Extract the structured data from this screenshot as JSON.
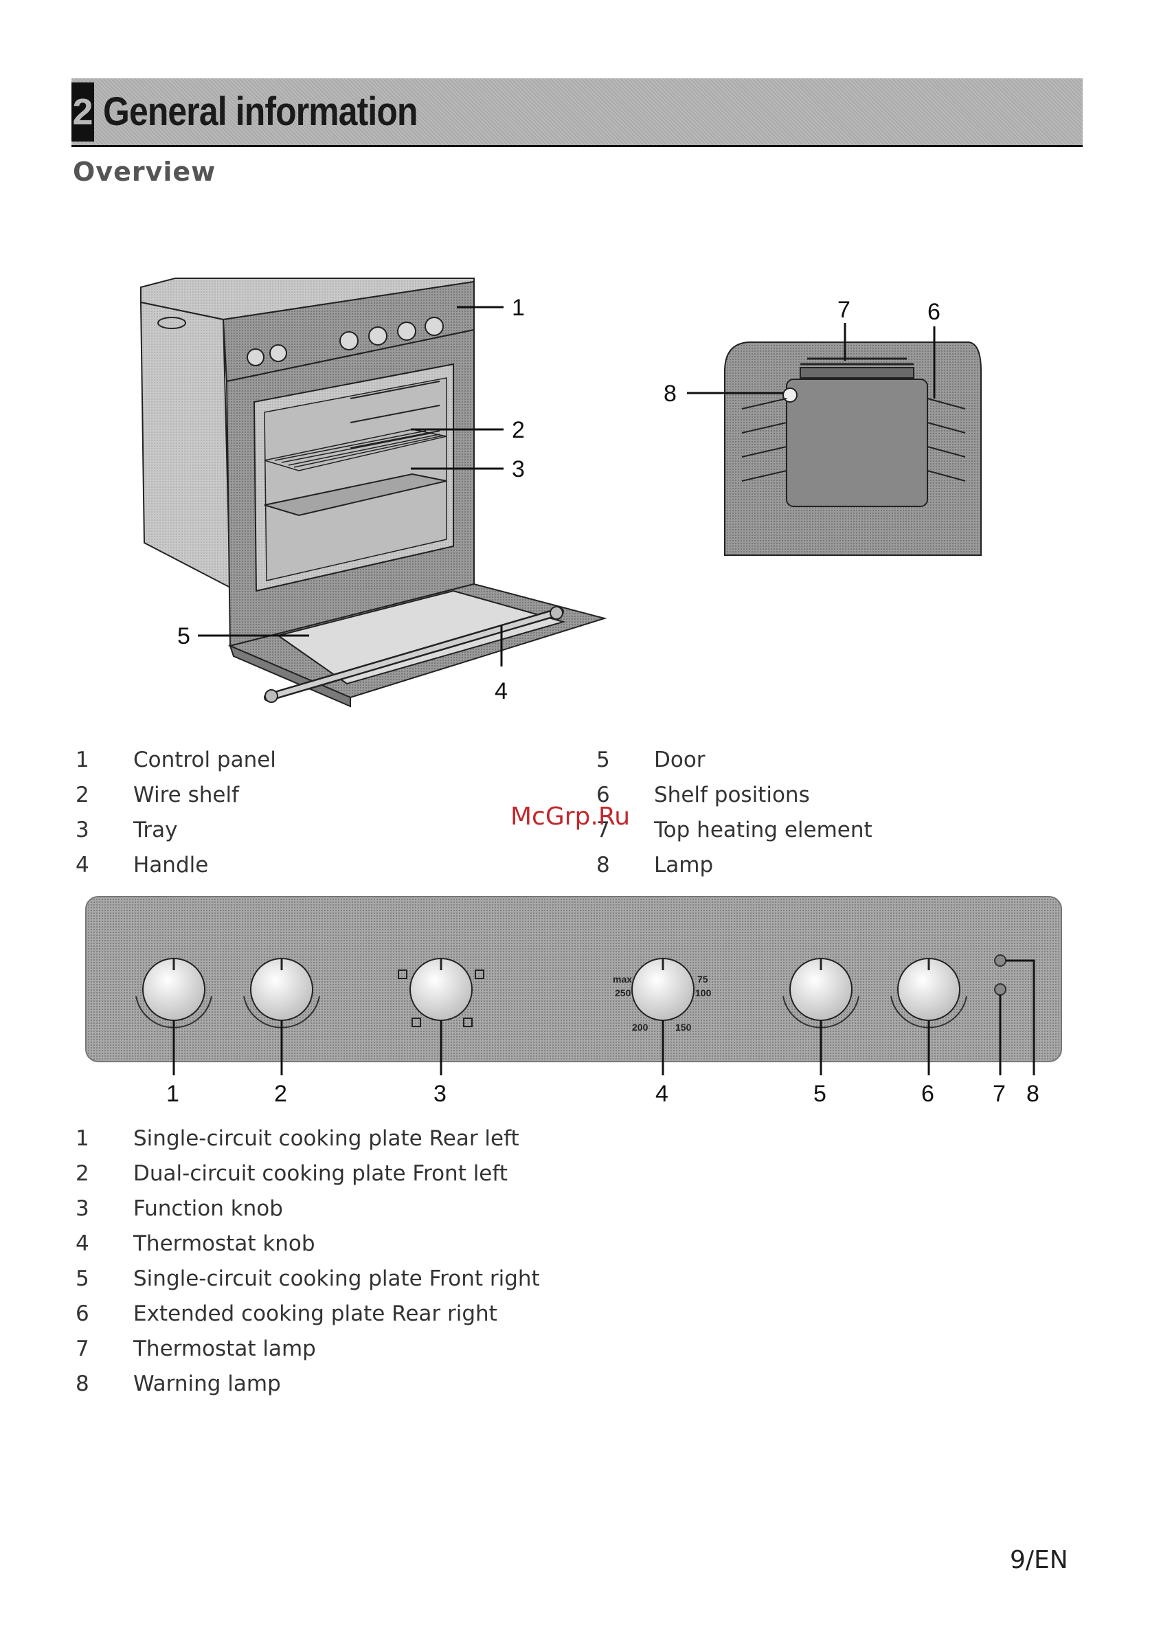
{
  "header": {
    "chapter_number": "2",
    "chapter_title": "General information"
  },
  "section_title": "Overview",
  "figure1": {
    "callouts": [
      "1",
      "2",
      "3",
      "4",
      "5"
    ]
  },
  "figure2": {
    "callouts": [
      "7",
      "6",
      "8"
    ]
  },
  "legend1": [
    {
      "num": "1",
      "label": "Control panel"
    },
    {
      "num": "2",
      "label": "Wire shelf"
    },
    {
      "num": "3",
      "label": "Tray"
    },
    {
      "num": "4",
      "label": "Handle"
    },
    {
      "num": "5",
      "label": "Door"
    },
    {
      "num": "6",
      "label": "Shelf positions"
    },
    {
      "num": "7",
      "label": "Top heating element"
    },
    {
      "num": "8",
      "label": "Lamp"
    }
  ],
  "panel": {
    "callouts": [
      "1",
      "2",
      "3",
      "4",
      "5",
      "6",
      "7",
      "8"
    ],
    "thermostat_scale": {
      "max": "max",
      "v250": "250",
      "v200": "200",
      "v150": "150",
      "v100": "100",
      "v75": "75"
    }
  },
  "legend2": [
    {
      "num": "1",
      "label": "Single-circuit cooking plate Rear left"
    },
    {
      "num": "2",
      "label": "Dual-circuit cooking plate Front left"
    },
    {
      "num": "3",
      "label": "Function knob"
    },
    {
      "num": "4",
      "label": "Thermostat knob"
    },
    {
      "num": "5",
      "label": "Single-circuit cooking plate Front right"
    },
    {
      "num": "6",
      "label": "Extended cooking plate Rear right"
    },
    {
      "num": "7",
      "label": "Thermostat lamp"
    },
    {
      "num": "8",
      "label": "Warning lamp"
    }
  ],
  "watermark": "McGrp.Ru",
  "footer": "9/EN"
}
